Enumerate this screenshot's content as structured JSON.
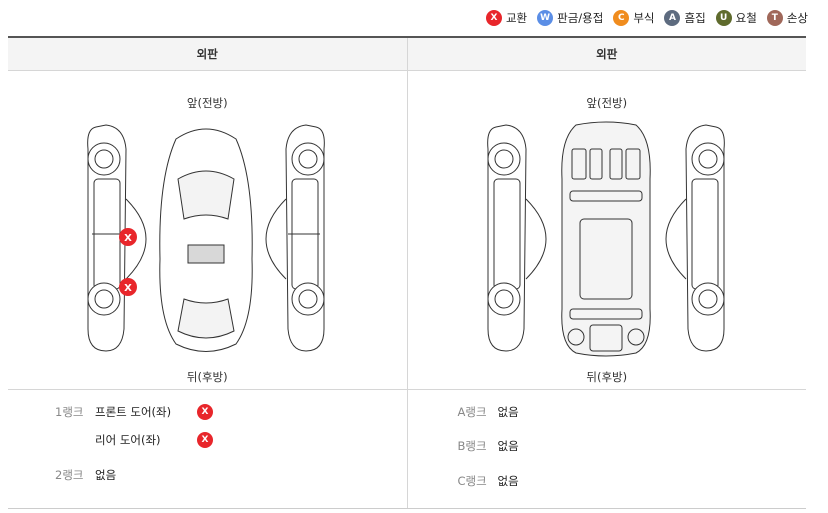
{
  "legend": [
    {
      "code": "X",
      "label": "교환",
      "color": "#e8262b"
    },
    {
      "code": "W",
      "label": "판금/용접",
      "color": "#5b8ee6"
    },
    {
      "code": "C",
      "label": "부식",
      "color": "#f08c1e"
    },
    {
      "code": "A",
      "label": "흠집",
      "color": "#5d6b7f"
    },
    {
      "code": "U",
      "label": "요철",
      "color": "#5f6b2d"
    },
    {
      "code": "T",
      "label": "손상",
      "color": "#a0685a"
    }
  ],
  "table": {
    "left_header": "외판",
    "right_header": "외판",
    "front_label": "앞(전방)",
    "rear_label": "뒤(후방)"
  },
  "car_marks": [
    "X",
    "X"
  ],
  "ranks_left": {
    "rank1_label": "1랭크",
    "rank1_items": [
      {
        "name": "프론트 도어(좌)",
        "mark": "X"
      },
      {
        "name": "리어 도어(좌)",
        "mark": "X"
      }
    ],
    "rank2_label": "2랭크",
    "rank2_value": "없음"
  },
  "ranks_right": {
    "a_label": "A랭크",
    "a_value": "없음",
    "b_label": "B랭크",
    "b_value": "없음",
    "c_label": "C랭크",
    "c_value": "없음"
  }
}
